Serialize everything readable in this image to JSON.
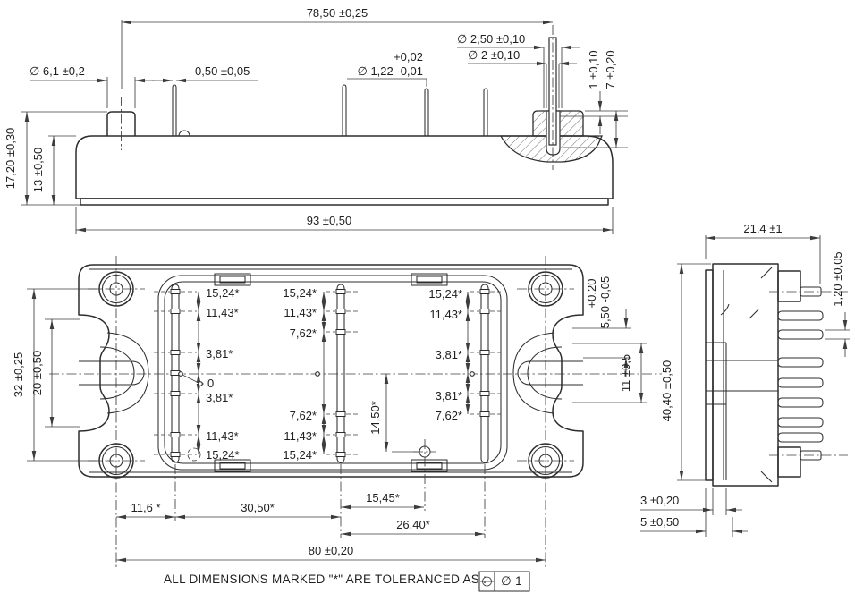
{
  "drawing": {
    "type": "mechanical-dimension-drawing",
    "views": [
      "side-view",
      "bottom-plan-view",
      "end-view"
    ]
  },
  "dims": {
    "top_width": "78,50 ±0,25",
    "boss_dia": "∅ 6,1 ±0,2",
    "pin_thk": "0,50 ±0,05",
    "pin_dia_plus": "+0,02",
    "pin_dia": "∅ 1,22 -0,01",
    "term_dia_outer": "∅ 2,50 ±0,10",
    "term_dia": "∅ 2 ±0,10",
    "term_h1": "1 ±0,10",
    "term_h7": "7 ±0,20",
    "height_total": "17,20 ±0,30",
    "height_body": "13 ±0,50",
    "length_total": "93 ±0,50",
    "plan_32": "32 ±0,25",
    "plan_20": "20 ±0,50",
    "p1524": "15,24*",
    "p1143": "11,43*",
    "p762": "7,62*",
    "p381": "3,81*",
    "p0": "0",
    "p1450": "14,50*",
    "slot_550_plus": "+0,20",
    "slot_550": "5,50 -0,05",
    "slot_11": "11 ±0,5",
    "b116": "11,6 *",
    "b3050": "30,50*",
    "b1545": "15,45*",
    "b2640": "26,40*",
    "b80": "80 ±0,20",
    "end_width": "21,4 ±1",
    "pin_thk_end": "1,20 ±0,05",
    "end_height": "40,40 ±0,50",
    "base_3": "3 ±0,20",
    "base_5": "5 ±0,50"
  },
  "footer": {
    "note": "ALL DIMENSIONS MARKED \"*\" ARE TOLERANCED AS :",
    "fcf_symbol": "⌖",
    "fcf_value": "∅  1"
  },
  "colors": {
    "line": "#2d2d2d",
    "text": "#1f1f1f",
    "bg": "#ffffff"
  }
}
